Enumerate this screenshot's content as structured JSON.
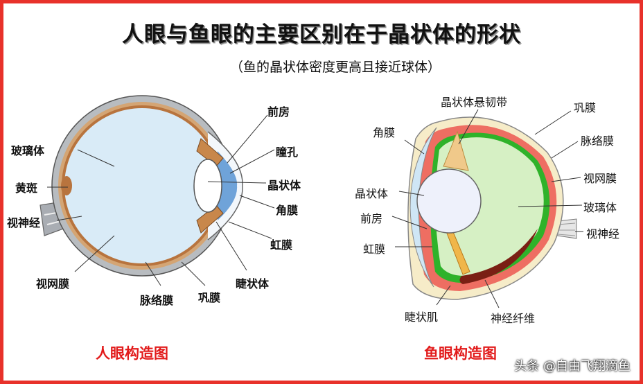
{
  "title": "人眼与鱼眼的主要区别在于晶状体的形状",
  "subtitle": "（鱼的晶状体密度更高且接近球体）",
  "human": {
    "caption": "人眼构造图",
    "labels": {
      "vitreous": "玻璃体",
      "macula": "黄斑",
      "optic_nerve": "视神经",
      "retina": "视网膜",
      "choroid": "脉络膜",
      "sclera": "巩膜",
      "ciliary_body": "睫状体",
      "iris": "虹膜",
      "cornea": "角膜",
      "lens": "晶状体",
      "pupil": "瞳孔",
      "anterior_chamber": "前房"
    }
  },
  "fish": {
    "caption": "鱼眼构造图",
    "labels": {
      "suspensory_ligament": "晶状体悬韧带",
      "cornea": "角膜",
      "lens": "晶状体",
      "anterior_chamber": "前房",
      "iris": "虹膜",
      "ciliary_muscle": "睫状肌",
      "nerve_fiber": "神经纤维",
      "sclera": "巩膜",
      "choroid": "脉络膜",
      "retina": "视网膜",
      "vitreous": "玻璃体",
      "optic_nerve": "视神经"
    }
  },
  "watermark": "头条 @自由飞翔滴鱼",
  "colors": {
    "border": "#e8312a",
    "caption": "#e21b1b"
  }
}
